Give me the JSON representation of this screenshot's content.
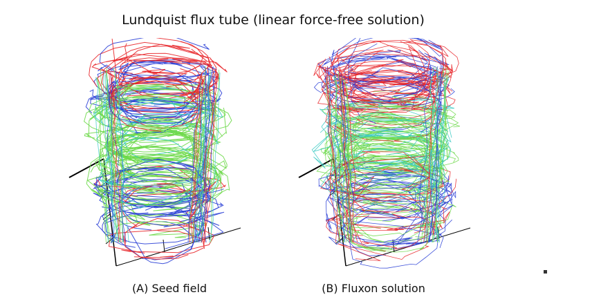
{
  "figure": {
    "title": "Lundquist flux tube (linear force-free solution)"
  },
  "panels": [
    {
      "id": "A",
      "caption": "(A) Seed field"
    },
    {
      "id": "B",
      "caption": "(B) Fluxon solution"
    }
  ],
  "colors": {
    "field_line_red": "#e8262a",
    "field_line_blue": "#2a3fd6",
    "field_line_green": "#6ed94a",
    "field_line_cyan": "#35c9c2",
    "axis": "#000000"
  }
}
